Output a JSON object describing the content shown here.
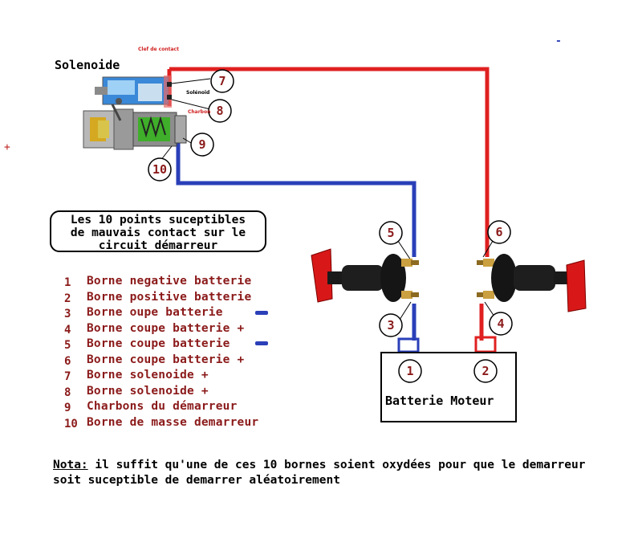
{
  "solenoid_title": "Solenoide",
  "callout_lines": [
    "Les 10 points suceptibles",
    "de mauvais contact sur le",
    "circuit démarreur"
  ],
  "legend": [
    {
      "num": "1",
      "text": "Borne negative batterie"
    },
    {
      "num": "2",
      "text": "Borne positive batterie"
    },
    {
      "num": "3",
      "text": "Borne oupe batterie"
    },
    {
      "num": "4",
      "text": "Borne coupe batterie +"
    },
    {
      "num": "5",
      "text": "Borne coupe batterie"
    },
    {
      "num": "6",
      "text": "Borne coupe batterie +"
    },
    {
      "num": "7",
      "text": "Borne solenoide +"
    },
    {
      "num": "8",
      "text": "Borne solenoide +"
    },
    {
      "num": "9",
      "text": "Charbons du démarreur"
    },
    {
      "num": "10",
      "text": "Borne de masse demarreur"
    }
  ],
  "battery_label": "Batterie Moteur",
  "nota": {
    "title": "Nota:",
    "text": " il suffit qu'une de ces 10 bornes soient oxydées pour que le demarreur soit suceptible de demarrer aléatoirement"
  },
  "small_labels": {
    "cle_contact": "Clef de contact",
    "solenoid_small": "Solénoïd",
    "charbon": "Charbon"
  },
  "stray_marks": {
    "plus": "+",
    "dash": "-"
  },
  "circle_labels": {
    "c1": "1",
    "c2": "2",
    "c3": "3",
    "c4": "4",
    "c5": "5",
    "c6": "6",
    "c7": "7",
    "c8": "8",
    "c9": "9",
    "c10": "10"
  },
  "colors": {
    "positive_wire": "#e02020",
    "negative_wire": "#2a3fb8",
    "text_red": "#8b1a1a",
    "handle_red": "#d81818"
  }
}
